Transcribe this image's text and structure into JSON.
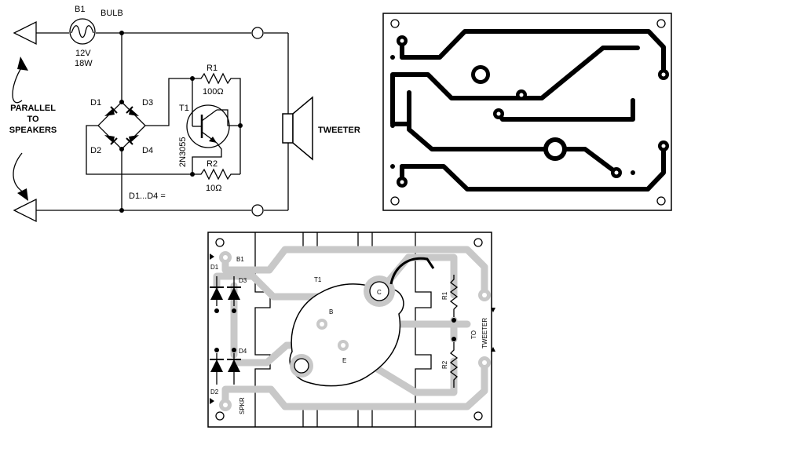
{
  "schematic": {
    "bulb_ref": "B1",
    "bulb_label": "BULB",
    "bulb_voltage": "12V",
    "bulb_power": "18W",
    "side_label_lines": [
      "PARALLEL",
      "TO",
      "SPEAKERS"
    ],
    "diodes": [
      "D1",
      "D2",
      "D3",
      "D4"
    ],
    "transistor_ref": "T1",
    "transistor_part": "2N3055",
    "r1_ref": "R1",
    "r1_value": "100Ω",
    "r2_ref": "R2",
    "r2_value": "10Ω",
    "speaker_label": "TWEETER",
    "diode_note": "D1...D4 ="
  },
  "pcb_top": {},
  "pcb_layout": {
    "labels": {
      "b1": "B1",
      "d1": "D1",
      "d2": "D2",
      "d3": "D3",
      "d4": "D4",
      "t1": "T1",
      "c": "C",
      "b": "B",
      "e": "E",
      "r1": "R1",
      "r2": "R2",
      "spkr": "SPKR",
      "to": "TO",
      "tweeter": "TWEETER"
    }
  }
}
